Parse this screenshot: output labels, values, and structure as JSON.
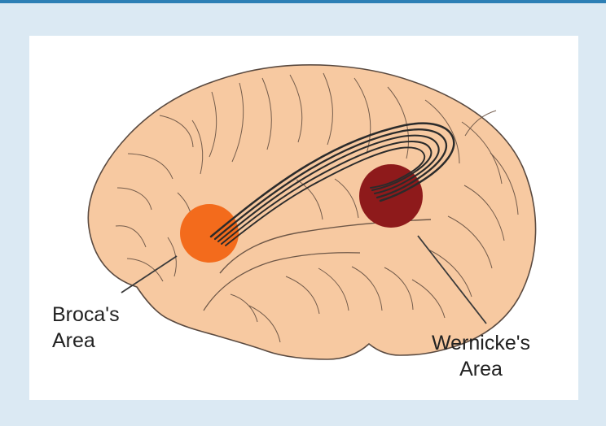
{
  "labels": {
    "broca": {
      "line1": "Broca's",
      "line2": "Area"
    },
    "wernicke": {
      "line1": "Wernicke's",
      "line2": "Area"
    }
  },
  "colors": {
    "background": "#dbe9f3",
    "top_border": "#2d7fb5",
    "panel": "#ffffff",
    "brain_fill": "#f7c9a1",
    "brain_outline": "#5a4a40",
    "broca_region": "#f36b1c",
    "wernicke_region": "#8e1a1b",
    "fiber_bundle": "#2b2b2b"
  },
  "icons": {
    "brain": "brain-illustration",
    "pointer": "label-pointer-line"
  }
}
